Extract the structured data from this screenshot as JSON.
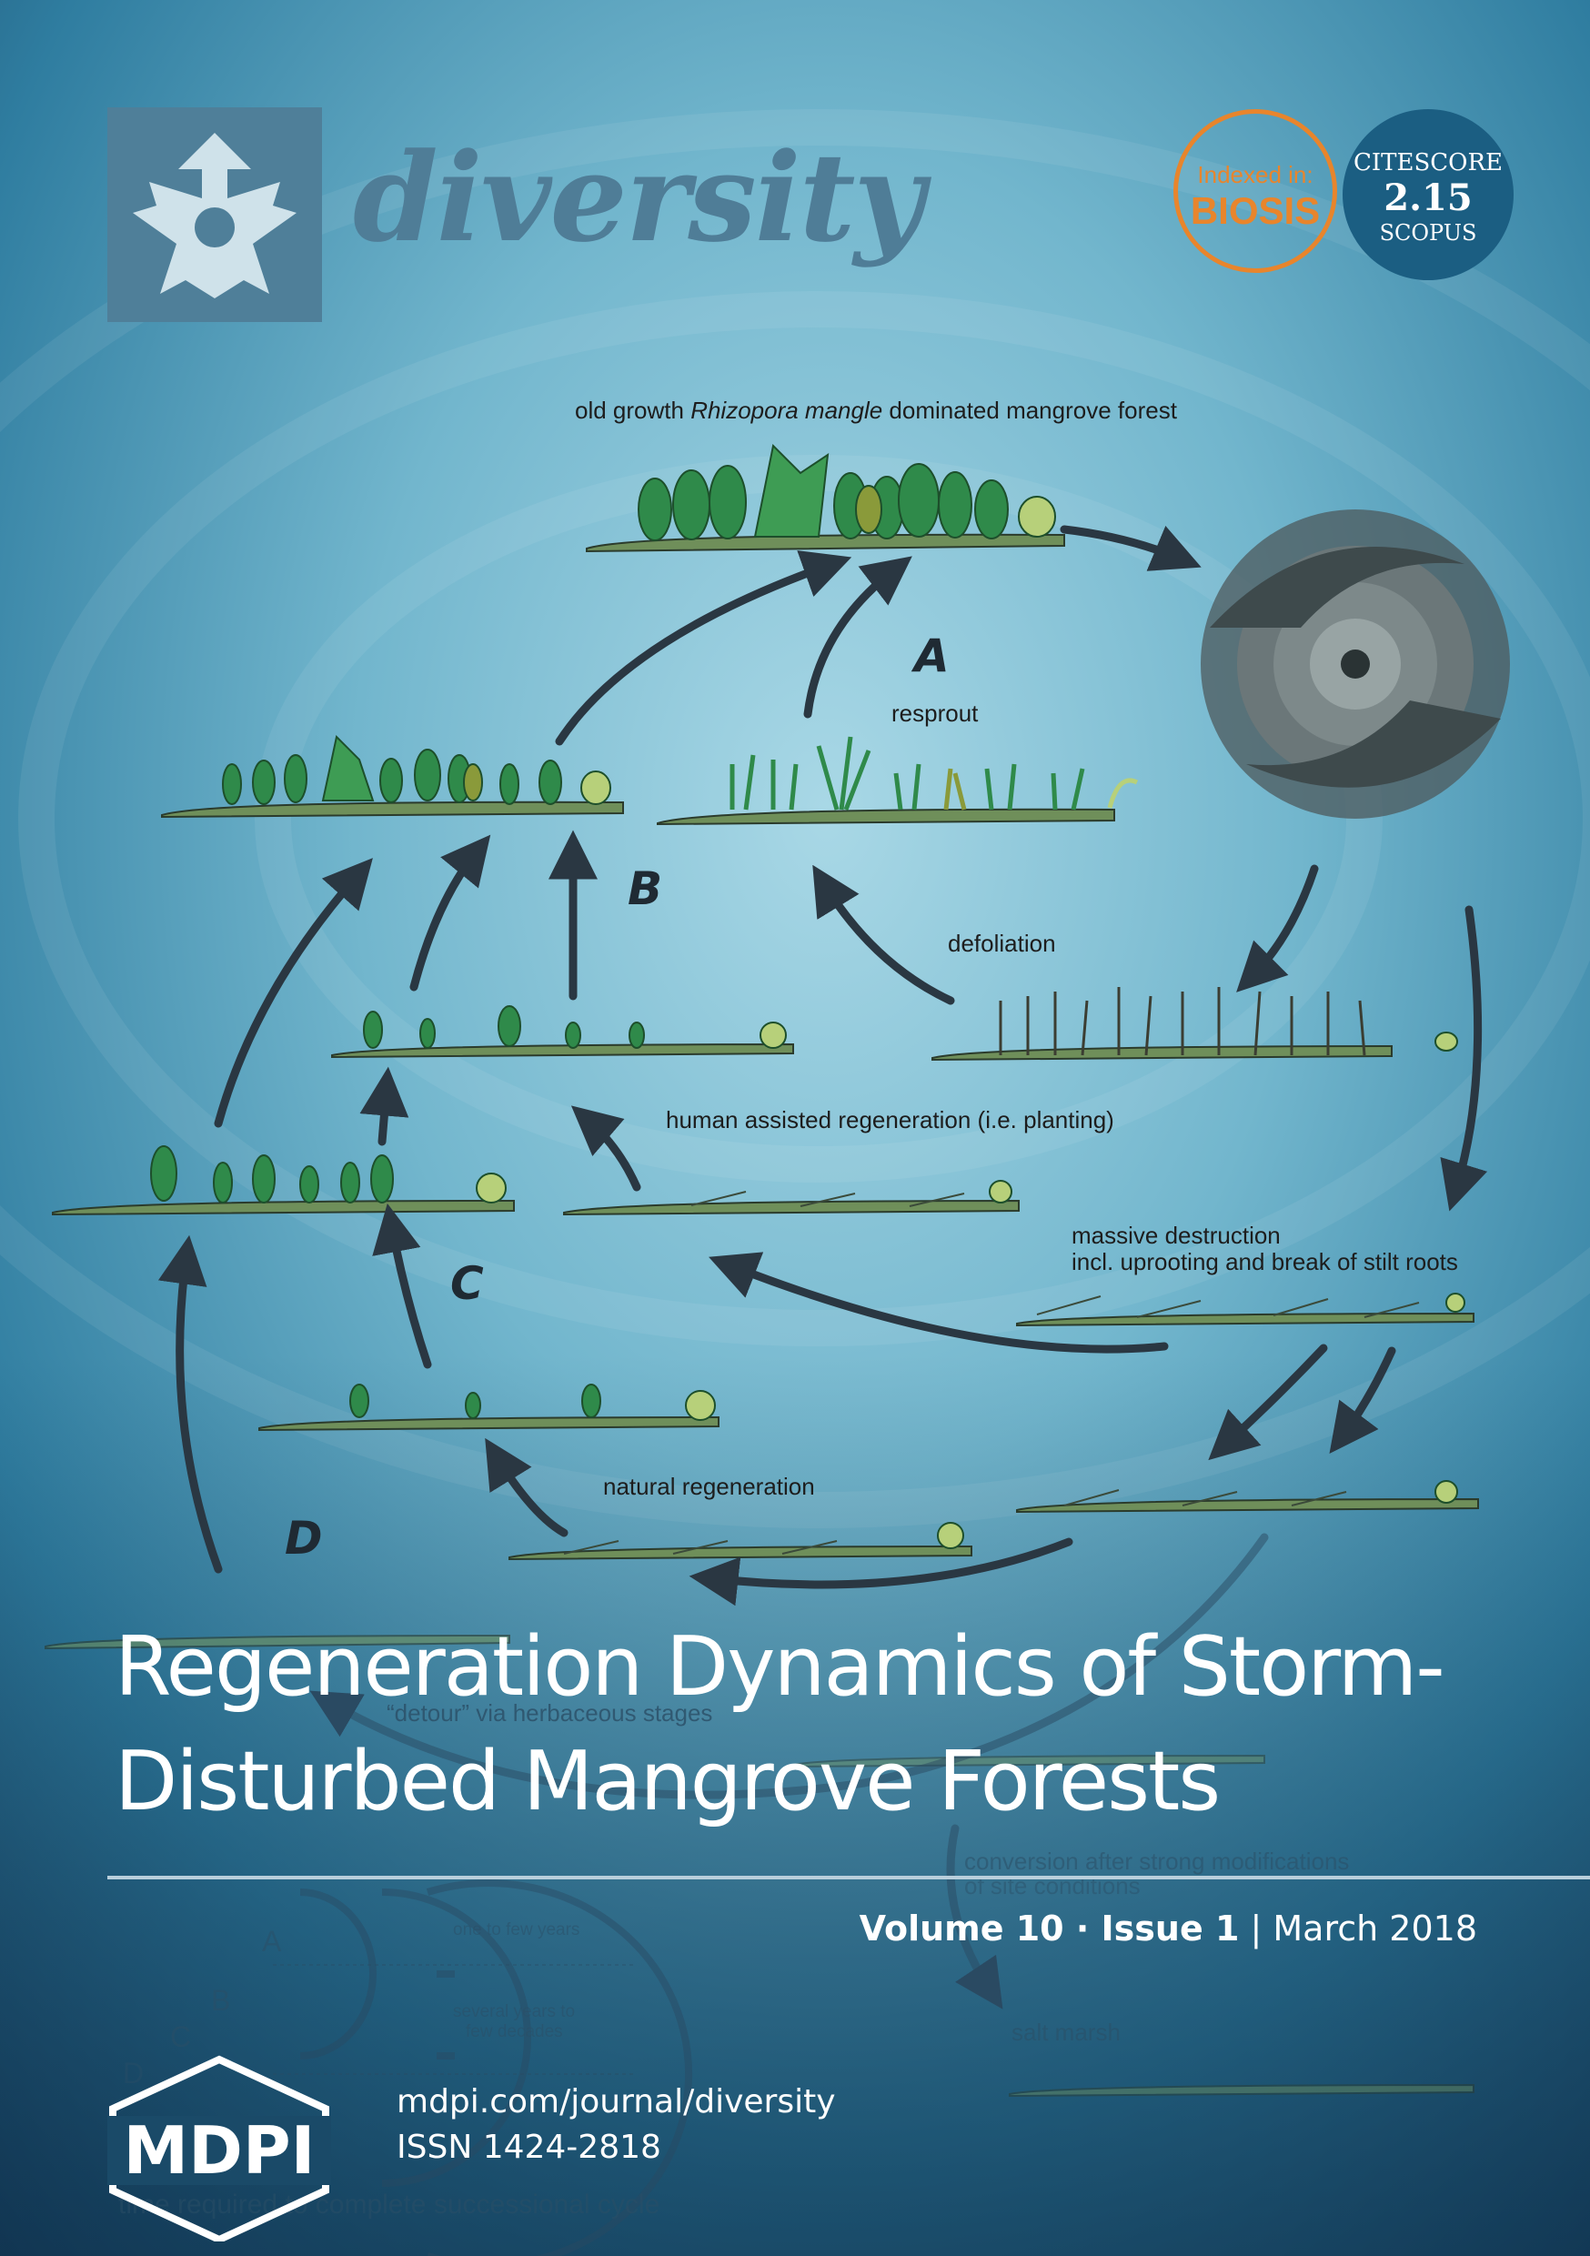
{
  "journal": {
    "name": "diversity",
    "logo_icon": "diversity-logo-icon",
    "publisher": "MDPI",
    "url": "mdpi.com/journal/diversity",
    "issn": "ISSN 1424-2818"
  },
  "badges": {
    "biosis_top": "Indexed in:",
    "biosis_main": "BIOSIS",
    "citescore_label": "CITESCORE",
    "citescore_value": "2.15",
    "citescore_source": "SCOPUS",
    "biosis_color": "#e8852c",
    "citescore_color": "#1b5e82"
  },
  "figure": {
    "top_pre": "old growth ",
    "top_species": "Rhizopora mangle",
    "top_post": " dominated mangrove forest",
    "resprout": "resprout",
    "defoliation": "defoliation",
    "human": "human assisted regeneration (i.e. planting)",
    "massive1": "massive destruction",
    "massive2": "incl. uprooting and break of stilt roots",
    "natural": "natural regeneration",
    "detour": "“detour” via herbaceous stages",
    "conversion1": "conversion after strong modifications",
    "conversion2": "of site conditions",
    "salt_marsh": "salt marsh",
    "legend_a": "A",
    "legend_b": "B",
    "legend_c": "C",
    "legend_d": "D",
    "legend_one": "one to few years",
    "legend_several1": "several years to",
    "legend_several2": "few decades",
    "legend_time": "time required to complete successional cycle",
    "path_a": "A",
    "path_b": "B",
    "path_c": "C",
    "path_d": "D"
  },
  "article": {
    "title_line1": "Regeneration Dynamics of Storm-",
    "title_line2": "Disturbed Mangrove Forests"
  },
  "issue": {
    "volume": "Volume 10",
    "sep": " · ",
    "issue": "Issue 1",
    "bar": " | ",
    "date": "March 2018"
  }
}
